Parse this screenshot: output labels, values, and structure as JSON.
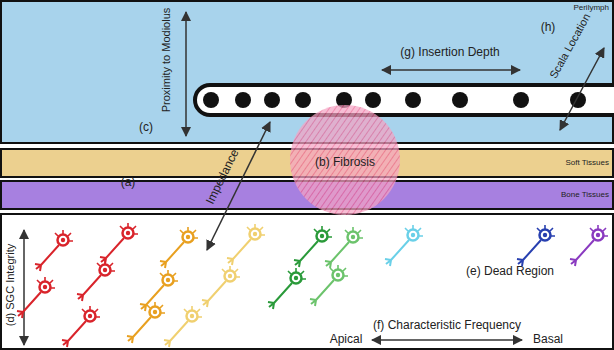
{
  "diagram": {
    "nodes": [
      {
        "text": [
          "Perilymph"
        ]
      },
      {
        "text": [
          "Soft Tissues"
        ]
      },
      {
        "text": [
          "Bone Tissues"
        ]
      },
      {
        "text": [
          "(b) Fibrosis"
        ]
      }
    ],
    "labels": [
      "Proximity to Modiolus",
      "(c)",
      "(g) Insertion Depth",
      "(h)",
      "Scala Location",
      "(a)",
      "Impedance",
      "(d) SGC Integrity",
      "(e) Dead Region",
      "Apical",
      "(f) Characteristic Frequency",
      "Basal"
    ]
  }
}
